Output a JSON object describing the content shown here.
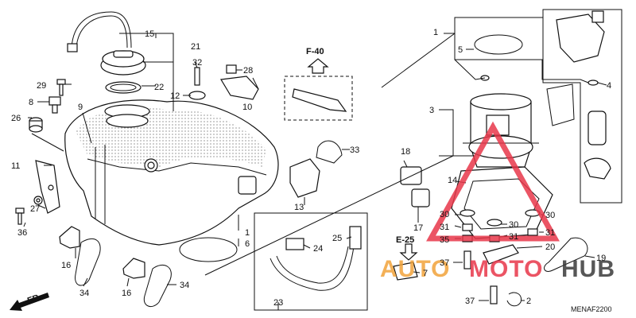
{
  "refs": {
    "f40": "F-40",
    "e25": "E-25",
    "fr": "FR."
  },
  "diagram_code": "MENAF2200",
  "callouts": {
    "n1a": "1",
    "n1b": "1",
    "n2": "2",
    "n3": "3",
    "n4": "4",
    "n5": "5",
    "n6": "6",
    "n7": "7",
    "n8": "8",
    "n9": "9",
    "n10": "10",
    "n11": "11",
    "n12": "12",
    "n13": "13",
    "n14": "14",
    "n15": "15",
    "n16a": "16",
    "n16b": "16",
    "n17": "17",
    "n18": "18",
    "n19": "19",
    "n20": "20",
    "n21": "21",
    "n22": "22",
    "n23": "23",
    "n24": "24",
    "n25": "25",
    "n26": "26",
    "n27": "27",
    "n28": "28",
    "n29": "29",
    "n30a": "30",
    "n30b": "30",
    "n30c": "30",
    "n31a": "31",
    "n31b": "31",
    "n31c": "31",
    "n32": "32",
    "n33": "33",
    "n34a": "34",
    "n34b": "34",
    "n35": "35",
    "n36": "36",
    "n37a": "37",
    "n37b": "37"
  },
  "watermark": {
    "text_1": "AUTO",
    "text_2": "MOTO",
    "text_3": "HUB",
    "color_primary": "#e8374a",
    "color_secondary": "#f2a33a"
  }
}
